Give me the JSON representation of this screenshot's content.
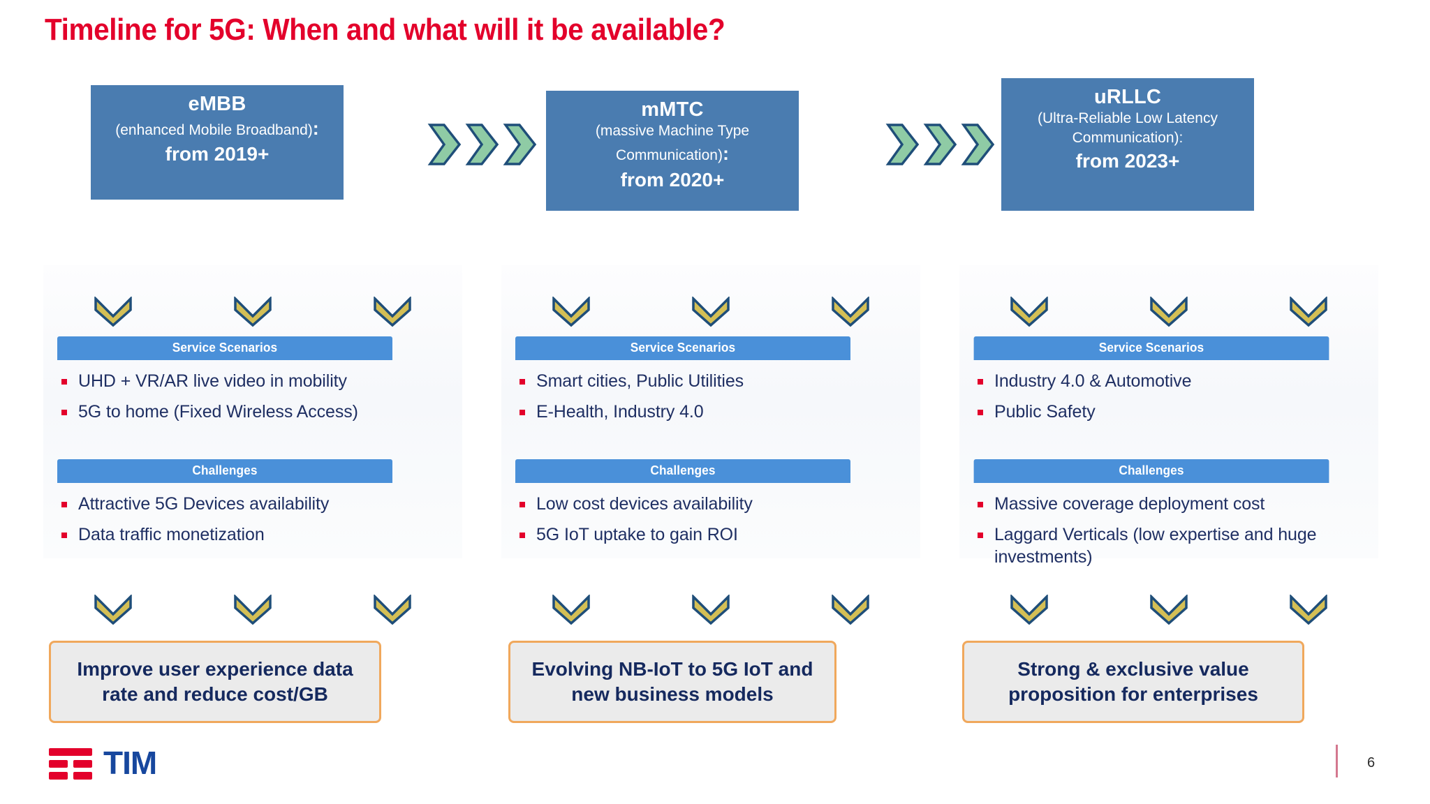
{
  "slide": {
    "title": "Timeline for 5G: When and what will it be available?",
    "page_number": "6",
    "brand": "TIM",
    "colors": {
      "title_red": "#e3002b",
      "hero_blue": "#4a7cb0",
      "section_blue": "#4a90d9",
      "body_navy": "#1f2f63",
      "outcome_border_orange": "#f0a85c",
      "outcome_fill_gray": "#ebebeb",
      "right_chevron_fill": "#8fcba5",
      "right_chevron_stroke": "#1f4e79",
      "down_chevron_fill": "#d4bf55",
      "down_chevron_stroke": "#1f4e79",
      "bullet_red": "#e3002b",
      "logo_blue": "#17479e"
    },
    "section_labels": {
      "scenarios": "Service Scenarios",
      "challenges": "Challenges"
    }
  },
  "columns": [
    {
      "acronym": "eMBB",
      "expansion_open": "(enhanced Mobile Broadband)",
      "expansion_colon": ":",
      "from": "from 2019+",
      "scenarios_label": "Service Scenarios",
      "scenarios": [
        "UHD + VR/AR live video in mobility",
        "5G to home (Fixed Wireless Access)"
      ],
      "challenges_label": "Challenges",
      "challenges": [
        "Attractive 5G Devices availability",
        "Data traffic monetization"
      ],
      "outcome": "Improve user experience data rate and reduce cost/GB"
    },
    {
      "acronym": "mMTC",
      "expansion_open": "(massive Machine Type Communication)",
      "expansion_colon": ":",
      "from": "from 2020+",
      "scenarios_label": "Service Scenarios",
      "scenarios": [
        "Smart cities, Public Utilities",
        "E-Health, Industry 4.0"
      ],
      "challenges_label": "Challenges",
      "challenges": [
        "Low cost devices availability",
        "5G IoT uptake to gain ROI"
      ],
      "outcome": "Evolving NB-IoT to 5G IoT and new business models"
    },
    {
      "acronym": "uRLLC",
      "expansion_open": "(Ultra-Reliable Low Latency Communication):",
      "expansion_colon": "",
      "from": "from 2023+",
      "scenarios_label": "Service Scenarios",
      "scenarios": [
        "Industry 4.0 & Automotive",
        "Public Safety"
      ],
      "challenges_label": "Challenges",
      "challenges": [
        "Massive coverage deployment cost",
        "Laggard Verticals (low expertise and huge investments)"
      ],
      "outcome": "Strong & exclusive value proposition for enterprises"
    }
  ],
  "connectors": {
    "right_chevrons_per_gap": 3,
    "down_chevrons_per_row": 3,
    "down_chevron_rows_per_column": 2
  }
}
